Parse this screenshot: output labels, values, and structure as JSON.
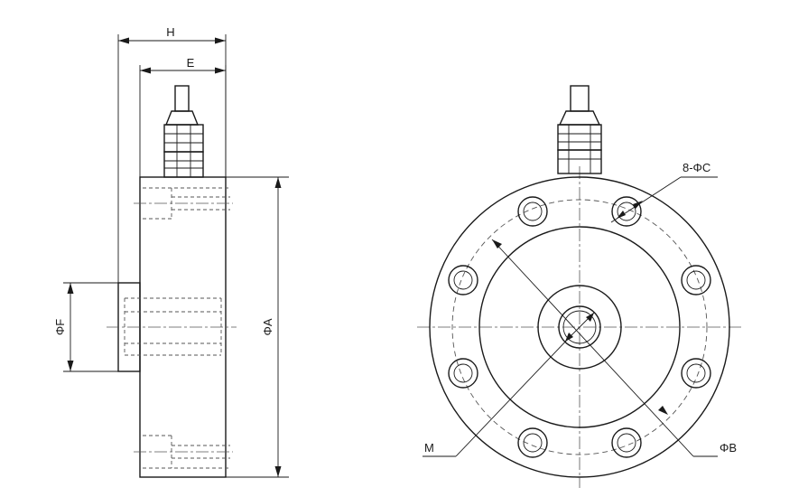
{
  "side_view": {
    "dim_H": "H",
    "dim_E": "E",
    "dim_F": "ΦF",
    "dim_A": "ΦA"
  },
  "front_view": {
    "callout_holes": "8-ΦC",
    "callout_M": "M",
    "callout_B": "ΦB",
    "bolt_hole_count": 8
  }
}
